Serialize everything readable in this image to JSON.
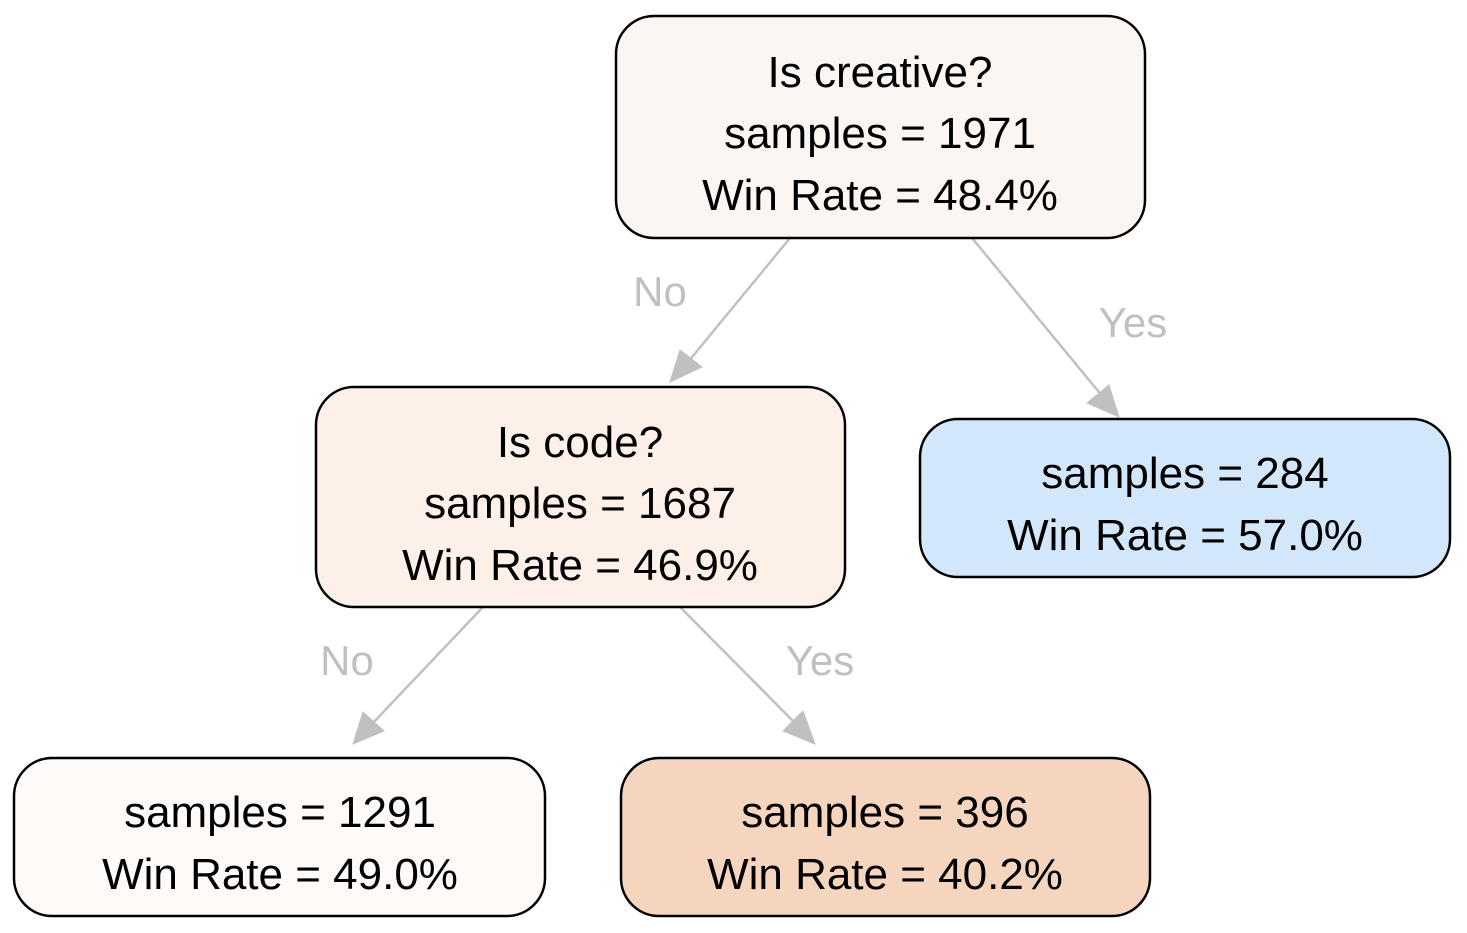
{
  "nodes": {
    "root": {
      "question": "Is creative?",
      "samples": "samples = 1971",
      "win_rate": "Win Rate = 48.4%",
      "fill": "#fbf6f2"
    },
    "code": {
      "question": "Is code?",
      "samples": "samples = 1687",
      "win_rate": "Win Rate = 46.9%",
      "fill": "#fcf0e9"
    },
    "creative_yes": {
      "samples": "samples = 284",
      "win_rate": "Win Rate = 57.0%",
      "fill": "#d2e7f9"
    },
    "code_no": {
      "samples": "samples = 1291",
      "win_rate": "Win Rate = 49.0%",
      "fill": "#fefaf7"
    },
    "code_yes": {
      "samples": "samples = 396",
      "win_rate": "Win Rate = 40.2%",
      "fill": "#f5d5bd"
    }
  },
  "edges": {
    "root_no": "No",
    "root_yes": "Yes",
    "code_no": "No",
    "code_yes": "Yes"
  },
  "colors": {
    "edge": "#c0c0c0",
    "stroke": "#000000"
  }
}
